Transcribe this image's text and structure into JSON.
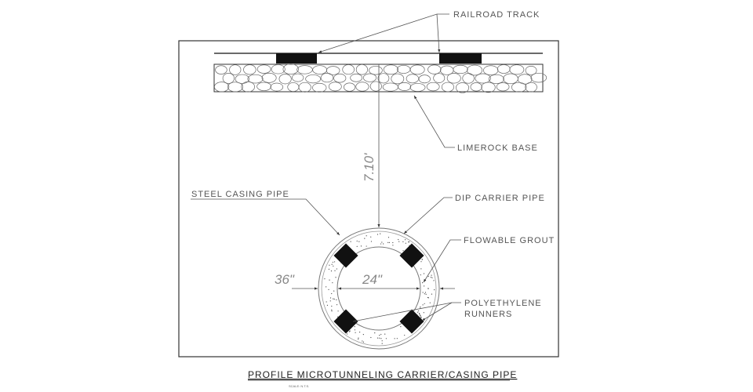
{
  "labels": {
    "railroad_track": "RAILROAD TRACK",
    "limerock_base": "LIMEROCK BASE",
    "steel_casing_pipe": "STEEL CASING PIPE",
    "dip_carrier_pipe": "DIP CARRIER PIPE",
    "flowable_grout": "FLOWABLE GROUT",
    "polyethylene_runners_line1": "POLYETHYLENE",
    "polyethylene_runners_line2": "RUNNERS"
  },
  "dimensions": {
    "depth": "7.10'",
    "casing_diameter": "36\"",
    "carrier_diameter": "24\""
  },
  "title": "PROFILE MICROTUNNELING CARRIER/CASING PIPE",
  "scale": "SCALE: N.T.S."
}
